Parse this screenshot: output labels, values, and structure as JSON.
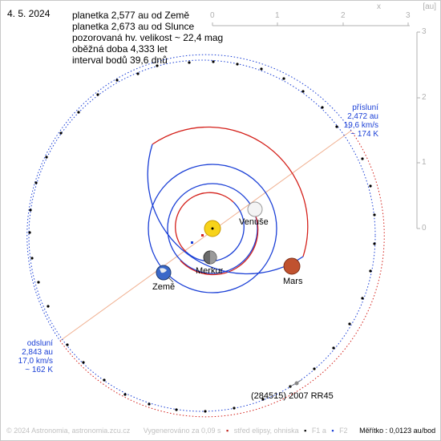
{
  "date": "4. 5. 2024",
  "info_lines": [
    "planetka 2,577 au od Země",
    "planetka 2,673 au od Slunce",
    "pozorovaná hv. velikost ~ 22,4 mag",
    "oběžná doba 4,333 let",
    "interval bodů 39,6 dnů"
  ],
  "axes": {
    "x_ticks": [
      "0",
      "1",
      "2",
      "3"
    ],
    "x_label": "x",
    "y_ticks": [
      "3",
      "2",
      "1",
      "0"
    ],
    "unit": "[au]"
  },
  "planets": {
    "venus": "Venuše",
    "earth": "Země",
    "mercury": "Merkur",
    "mars": "Mars"
  },
  "perihelion": {
    "title": "přísluní",
    "distance": "2,472 au",
    "speed": "19,6 km/s",
    "temperature": "~ 174 K"
  },
  "aphelion": {
    "title": "odsluní",
    "distance": "2,843 au",
    "speed": "17,0 km/s",
    "temperature": "~ 162 K"
  },
  "object_name": "(284515) 2007 RR45",
  "footer": {
    "copyright": "© 2024 Astronomia, astronomia.zcu.cz",
    "generated": "Vygenerováno za 0,09 s",
    "legend_center": "střed elipsy, ohniska",
    "legend_f1": "F1 a",
    "legend_f2": "F2",
    "scale": "Měřítko : 0,0123 au/bod"
  },
  "colors": {
    "orbit_blue": "#1a3fd6",
    "orbit_red": "#d4201a",
    "sun": "#f7d31a",
    "axis_gray": "#b0b0b0"
  }
}
